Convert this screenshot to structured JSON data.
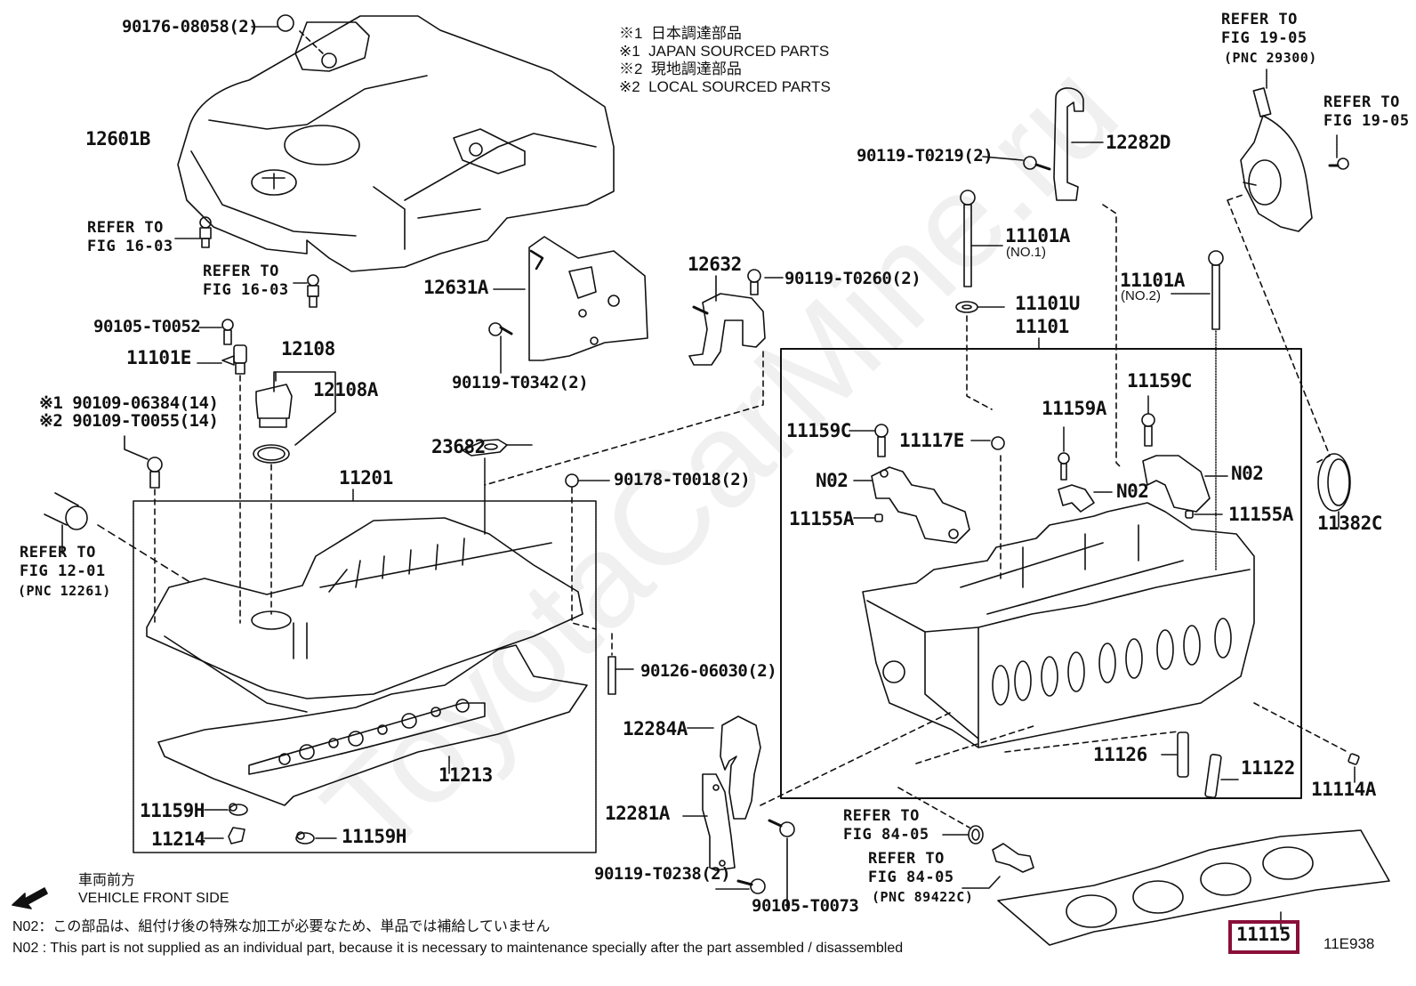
{
  "legend": {
    "items": [
      {
        "mark": "※1",
        "text": "日本調達部品"
      },
      {
        "mark": "※1",
        "text": "JAPAN SOURCED PARTS"
      },
      {
        "mark": "※2",
        "text": "現地調達部品"
      },
      {
        "mark": "※2",
        "text": "LOCAL SOURCED PARTS"
      }
    ]
  },
  "direction": {
    "jp": "車両前方",
    "en": "VEHICLE FRONT SIDE",
    "icon": "arrow-left-down-icon"
  },
  "notes": [
    "N02：この部品は、組付け後の特殊な加工が必要なため、単品では補給していません",
    "N02 : This part is not supplied as an individual part, because it is necessary to maintenance specially after the part assembled / disassembled"
  ],
  "figure_id": "11E938",
  "highlighted_part": "11115",
  "highlight_color": "#8a0f3a",
  "watermark": "ToyotaCarMine.ru",
  "parts": {
    "p90176": "90176-08058(2)",
    "p12601B": "12601B",
    "ref1603a_l1": "REFER TO",
    "ref1603a_l2": "FIG 16-03",
    "ref1603b_l1": "REFER TO",
    "ref1603b_l2": "FIG 16-03",
    "p90105_T0052": "90105-T0052",
    "p11101E": "11101E",
    "p12108": "12108",
    "p12108A": "12108A",
    "p90109_a": "※1 90109-06384(14)",
    "p90109_b": "※2 90109-T0055(14)",
    "ref1201_l1": "REFER TO",
    "ref1201_l2": "FIG 12-01",
    "ref1201_l3": "(PNC 12261)",
    "p11201": "11201",
    "p12631A": "12631A",
    "p90119_T0342": "90119-T0342(2)",
    "p12632": "12632",
    "p90119_T0260": "90119-T0260(2)",
    "p23682": "23682",
    "p90178_T0018": "90178-T0018(2)",
    "p90126_06030": "90126-06030(2)",
    "p11213": "11213",
    "p11159H_a": "11159H",
    "p11214": "11214",
    "p11159H_b": "11159H",
    "p12284A": "12284A",
    "p12281A": "12281A",
    "p90119_T0238": "90119-T0238(2)",
    "p90105_T0073": "90105-T0073",
    "p90119_T0219": "90119-T0219(2)",
    "p12282D": "12282D",
    "ref1905a_l1": "REFER TO",
    "ref1905a_l2": "FIG 19-05",
    "ref1905a_l3": "(PNC 29300)",
    "ref1905b_l1": "REFER TO",
    "ref1905b_l2": "FIG 19-05",
    "p11101A_1": "11101A",
    "p11101A_1_sub": "(NO.1)",
    "p11101U": "11101U",
    "p11101": "11101",
    "p11101A_2": "11101A",
    "p11101A_2_sub": "(NO.2)",
    "p11159C_a": "11159C",
    "p11117E": "11117E",
    "p11159A": "11159A",
    "p11159C_b": "11159C",
    "n02_a": "N02",
    "n02_b": "N02",
    "n02_c": "N02",
    "p11155A_a": "11155A",
    "p11155A_b": "11155A",
    "p11382C": "11382C",
    "p11126": "11126",
    "p11122": "11122",
    "p11114A": "11114A",
    "ref8405a_l1": "REFER TO",
    "ref8405a_l2": "FIG 84-05",
    "ref8405b_l1": "REFER TO",
    "ref8405b_l2": "FIG 84-05",
    "ref8405b_l3": "(PNC 89422C)",
    "p11115": "11115"
  }
}
